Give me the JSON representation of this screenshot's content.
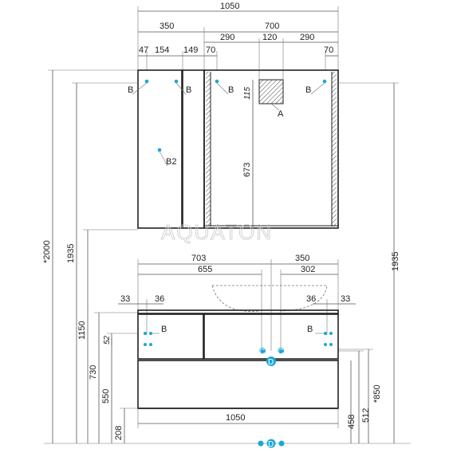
{
  "dims": {
    "top_total": "1050",
    "top_left": "350",
    "top_right": "700",
    "top_seg1": "290",
    "top_seg2": "120",
    "top_seg3": "290",
    "top_47": "47",
    "top_154": "154",
    "top_149": "149",
    "top_70a": "70",
    "top_70b": "70",
    "h_2000": "*2000",
    "h_1935_left": "1935",
    "h_1935_right": "1935",
    "h_115": "115",
    "h_673": "673",
    "bot_703": "703",
    "bot_655": "655",
    "bot_350": "350",
    "bot_302": "302",
    "bot_33a": "33",
    "bot_36a": "36",
    "bot_36b": "36",
    "bot_33b": "33",
    "h_1150": "1150",
    "h_730": "730",
    "h_550": "550",
    "h_208": "208",
    "h_52": "52",
    "h_850": "*850",
    "h_512": "512",
    "h_458": "458",
    "bot_1050": "1050"
  },
  "labels": {
    "b1": "B",
    "b2": "B",
    "b3": "B",
    "b4": "B",
    "b2_label": "B2",
    "a": "A",
    "b5": "B",
    "b6": "B",
    "c1": "C",
    "c2": "C",
    "d1": "D",
    "d2": "D"
  },
  "watermark": "AQUATON",
  "colors": {
    "accent": "#1aa7d8",
    "line": "#222222"
  }
}
